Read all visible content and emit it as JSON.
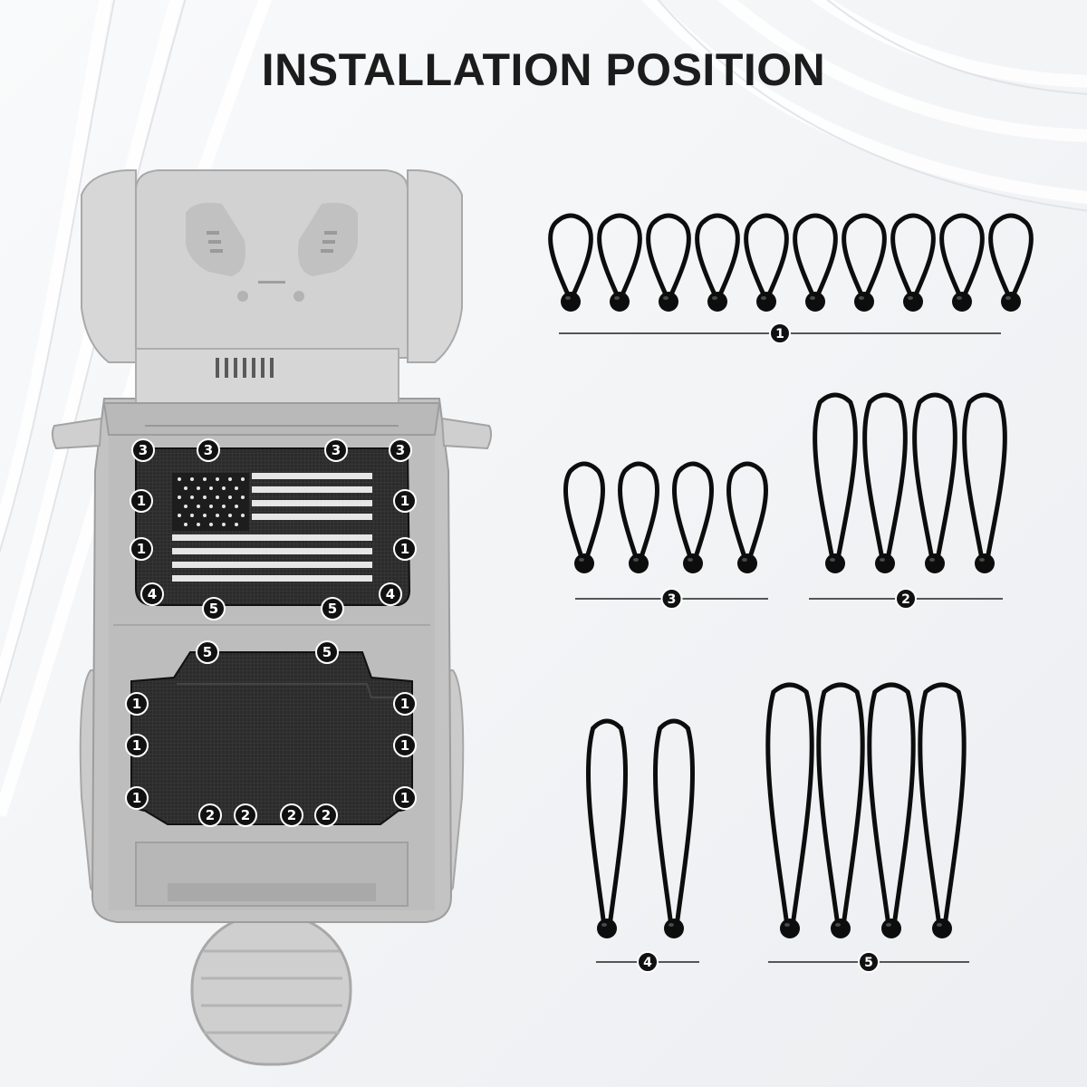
{
  "header": {
    "title": "INSTALLATION POSITION"
  },
  "colors": {
    "background": "#f3f4f6",
    "vehicle": "#c9c9c9",
    "vehicle_dark": "#a9a9a9",
    "mesh": "#2b2b2b",
    "cord": "#0d0d0d",
    "badge_fill": "#111111",
    "badge_text": "#ffffff"
  },
  "vehicle": {
    "front_mesh_markers": [
      "3",
      "3",
      "3",
      "3",
      "1",
      "1",
      "1",
      "1",
      "4",
      "4",
      "5",
      "5"
    ],
    "rear_mesh_markers": [
      "5",
      "5",
      "1",
      "1",
      "1",
      "1",
      "1",
      "1",
      "2",
      "2",
      "2",
      "2"
    ]
  },
  "cord_groups": [
    {
      "label": "1",
      "count": 10,
      "size": "short"
    },
    {
      "label": "3",
      "count": 4,
      "size": "short"
    },
    {
      "label": "2",
      "count": 4,
      "size": "medium"
    },
    {
      "label": "4",
      "count": 2,
      "size": "long"
    },
    {
      "label": "5",
      "count": 4,
      "size": "long"
    }
  ]
}
